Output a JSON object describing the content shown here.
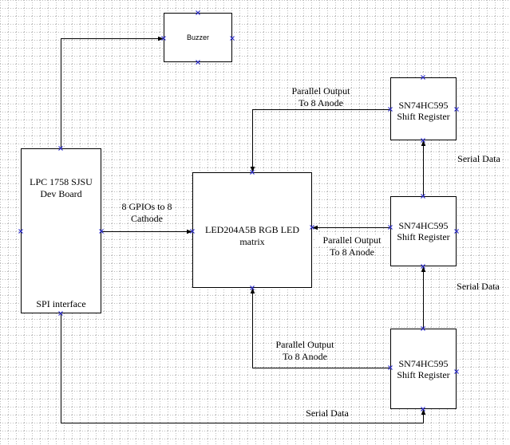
{
  "nodes": {
    "buzzer": "Buzzer",
    "lpc_line1": "LPC 1758 SJSU",
    "lpc_line2": "Dev Board",
    "lpc_spi": "SPI interface",
    "led_line1": "LED204A5B RGB LED",
    "led_line2": "matrix",
    "sr_top_line1": "SN74HC595",
    "sr_top_line2": "Shift Register",
    "sr_mid_line1": "SN74HC595",
    "sr_mid_line2": "Shift Register",
    "sr_bot_line1": "SN74HC595",
    "sr_bot_line2": "Shift Register"
  },
  "edges": {
    "gpio_line1": "8 GPIOs to 8",
    "gpio_line2": "Cathode",
    "par_top_line1": "Parallel Output",
    "par_top_line2": "To 8 Anode",
    "par_mid_line1": "Parallel Output",
    "par_mid_line2": "To 8 Anode",
    "par_bot_line1": "Parallel Output",
    "par_bot_line2": "To 8 Anode",
    "serial_top": "Serial Data",
    "serial_mid": "Serial Data",
    "serial_bot": "Serial Data"
  },
  "colors": {
    "grid": "#b9b9b9",
    "line": "#000000",
    "connection_mark": "#2a2ac8"
  }
}
